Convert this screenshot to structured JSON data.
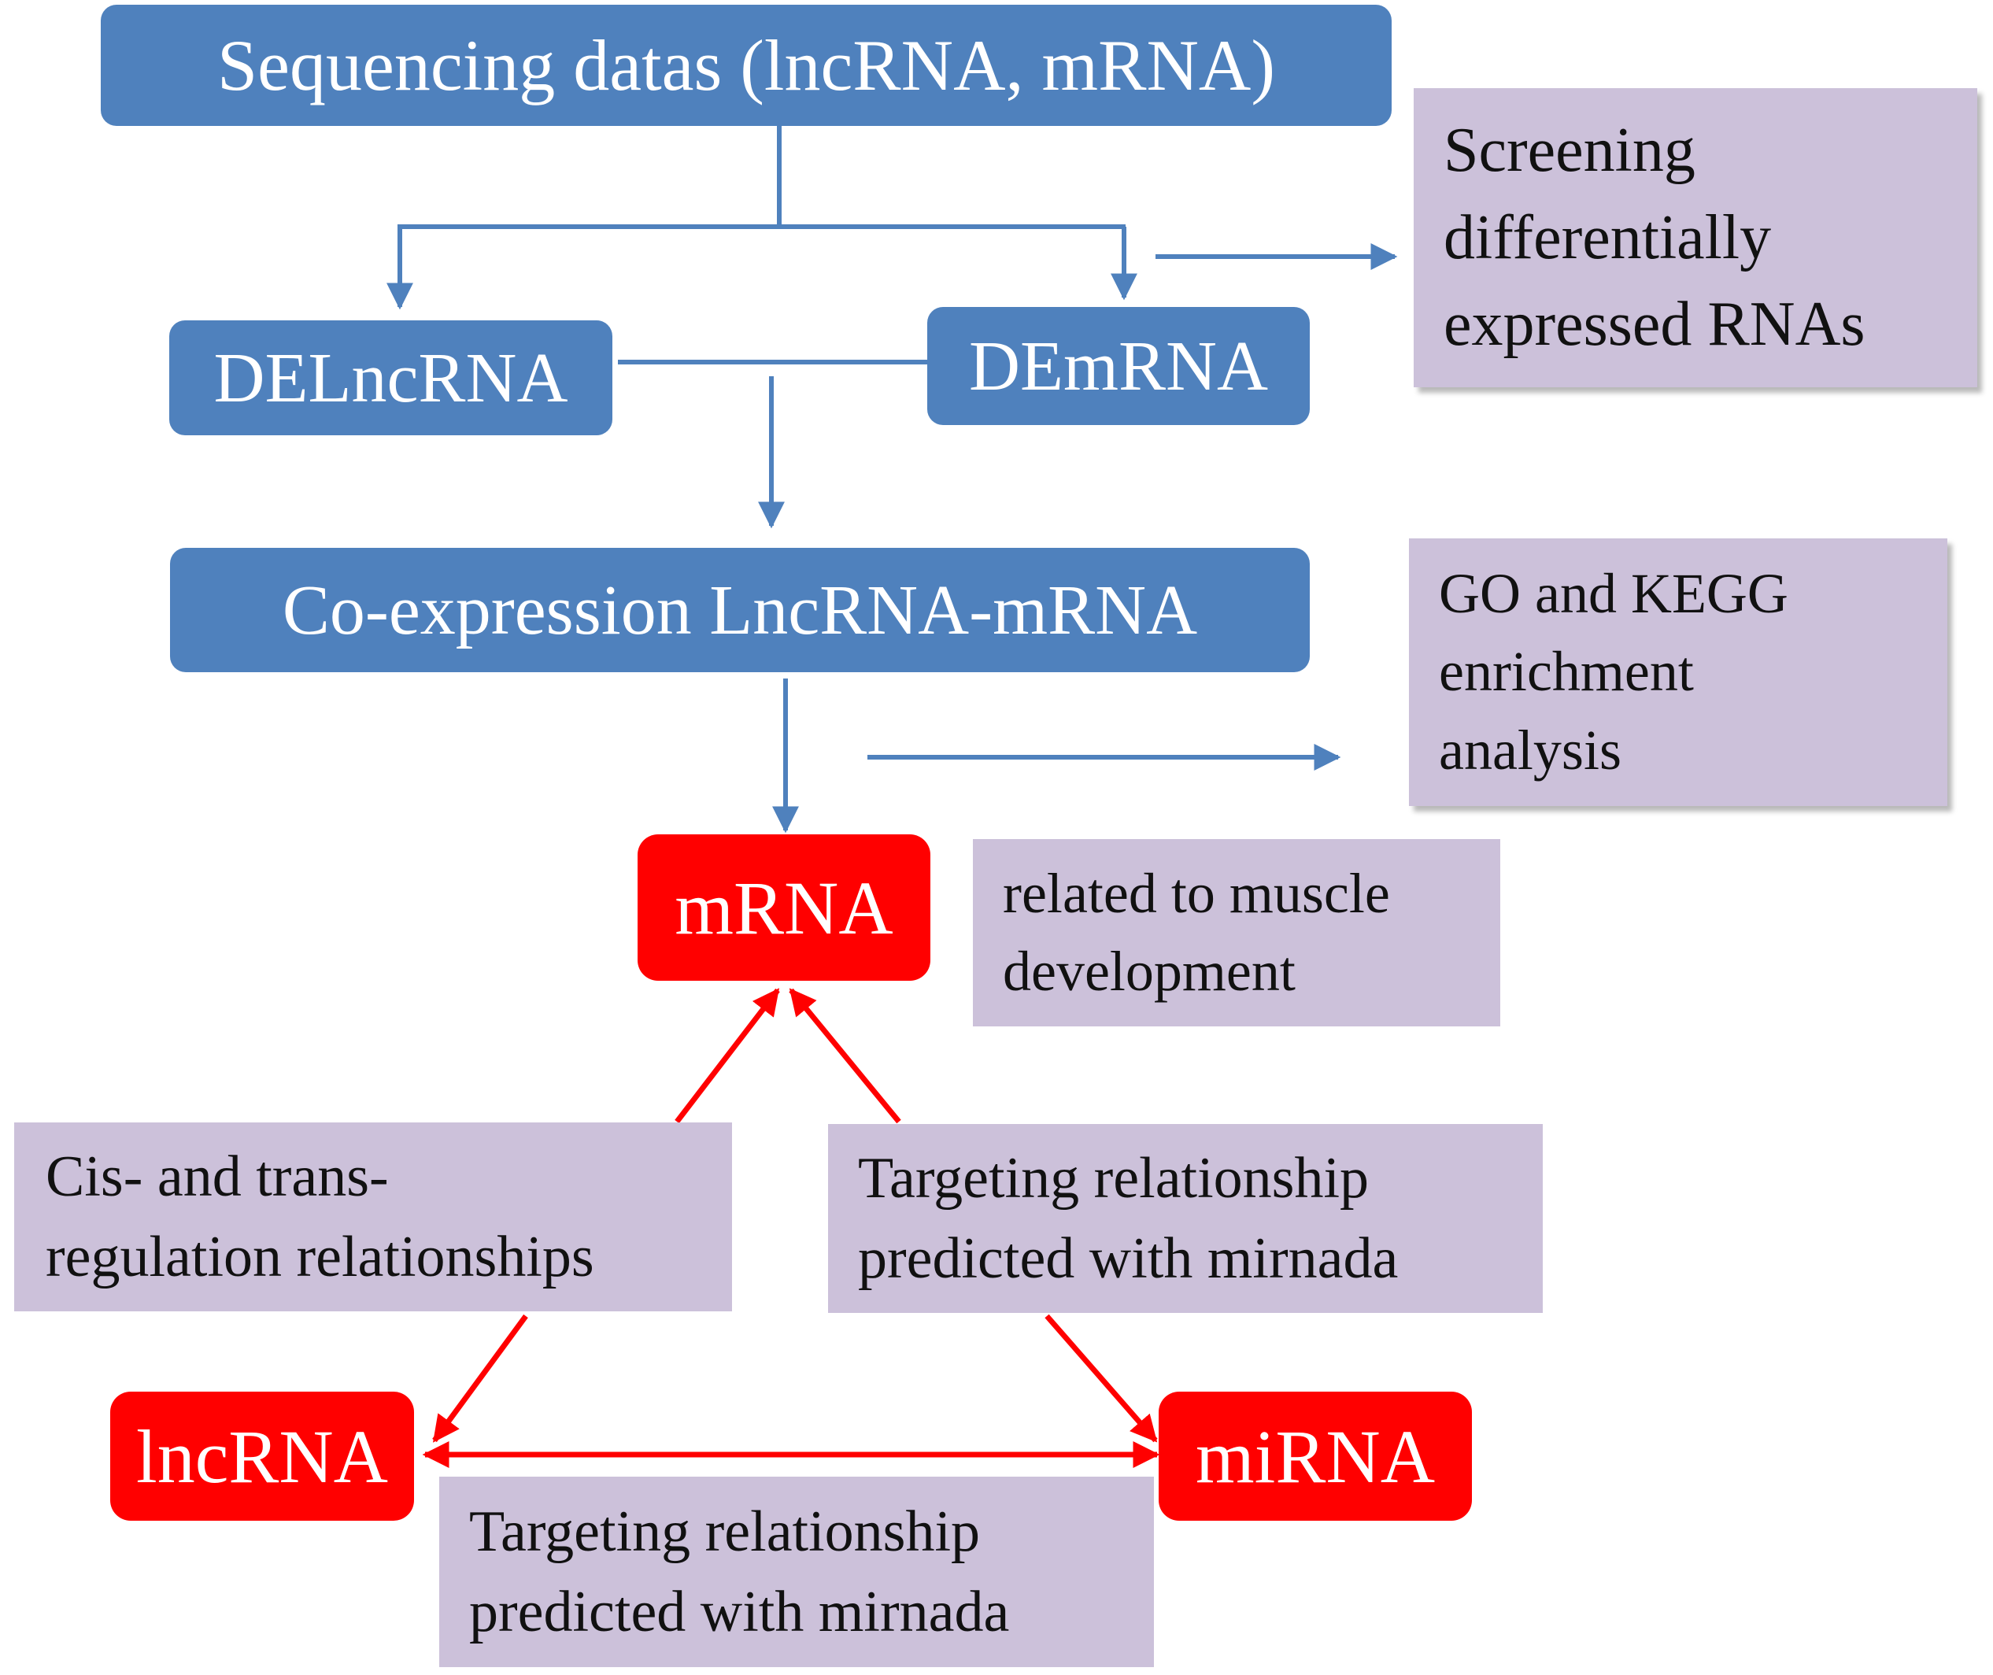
{
  "nodes": {
    "sequencing": "Sequencing datas (lncRNA, mRNA)",
    "delncrna": "DELncRNA",
    "demrna": "DEmRNA",
    "coexpression": "Co-expression LncRNA-mRNA",
    "mrna": "mRNA",
    "lncrna": "lncRNA",
    "mirna": "miRNA"
  },
  "notes": {
    "screening": [
      "Screening",
      "differentially",
      "expressed RNAs"
    ],
    "go_kegg": [
      "GO and KEGG",
      "enrichment",
      "analysis"
    ],
    "muscle": [
      "related to muscle",
      "development"
    ],
    "cis_trans": [
      "Cis- and trans-",
      "regulation relationships"
    ],
    "targeting_right": [
      "Targeting relationship",
      "predicted with mirnada"
    ],
    "targeting_bottom": [
      "Targeting relationship",
      "predicted with mirnada"
    ]
  },
  "colors": {
    "blue_box": "#4f81bd",
    "red_box": "#ff0000",
    "note_box": "#ccc1da",
    "blue_line": "#4f81bd",
    "red_line": "#ff0000"
  }
}
